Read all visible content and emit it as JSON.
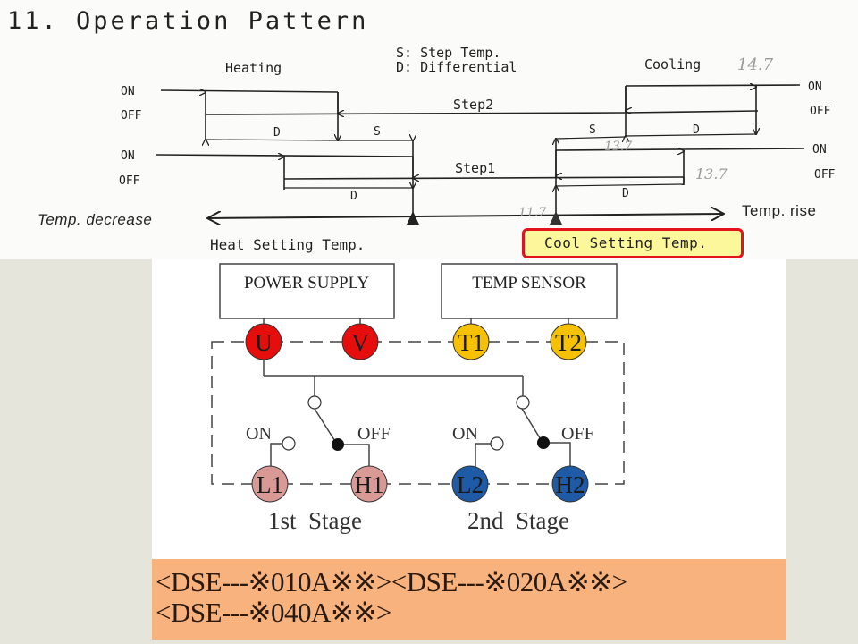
{
  "operation_pattern": {
    "title": "11. Operation Pattern",
    "legend_s": "S: Step Temp.",
    "legend_d": "D: Differential",
    "heating_label": "Heating",
    "cooling_label": "Cooling",
    "step2_label": "Step2",
    "step1_label": "Step1",
    "on_label": "ON",
    "off_label": "OFF",
    "d_label": "D",
    "s_label": "S",
    "temp_decrease": "Temp. decrease",
    "temp_rise": "Temp. rise",
    "heat_setting": "Heat Setting Temp.",
    "cool_setting": "Cool Setting Temp.",
    "handwritten_notes": [
      "14.7",
      "13.7",
      "13.7",
      "11.7"
    ]
  },
  "wiring": {
    "power_supply": "POWER SUPPLY",
    "temp_sensor": "TEMP SENSOR",
    "terminals": {
      "u": "U",
      "v": "V",
      "t1": "T1",
      "t2": "T2",
      "l1": "L1",
      "h1": "H1",
      "l2": "L2",
      "h2": "H2"
    },
    "switch_on": "ON",
    "switch_off": "OFF",
    "stage1": "1st  Stage",
    "stage2": "2nd  Stage",
    "colors": {
      "power": "#e60d0d",
      "sensor": "#f5c100",
      "stage1": "#d99a96",
      "stage2": "#1f5aa6",
      "highlight_border": "#e2131d",
      "highlight_fill": "#fbf79a",
      "model_bg": "#f8b27e"
    }
  },
  "models": {
    "line1": "<DSE---※010A※※><DSE---※020A※※>",
    "line2": "<DSE---※040A※※>"
  }
}
